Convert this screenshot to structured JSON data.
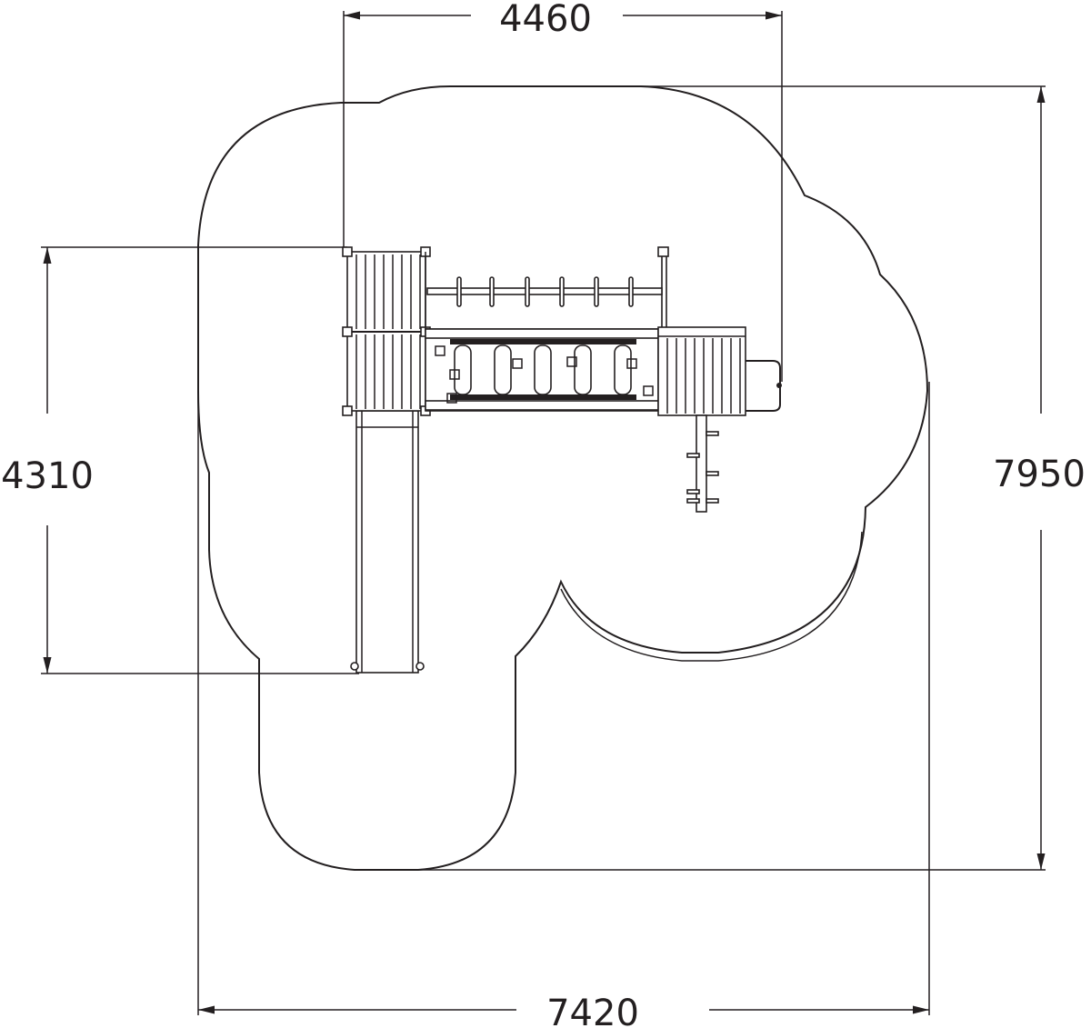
{
  "drawing": {
    "dimensions": {
      "top_width": "4460",
      "left_height": "4310",
      "right_height": "7950",
      "bottom_width": "7420"
    },
    "colors": {
      "line": "#231f20",
      "background": "#ffffff"
    }
  }
}
